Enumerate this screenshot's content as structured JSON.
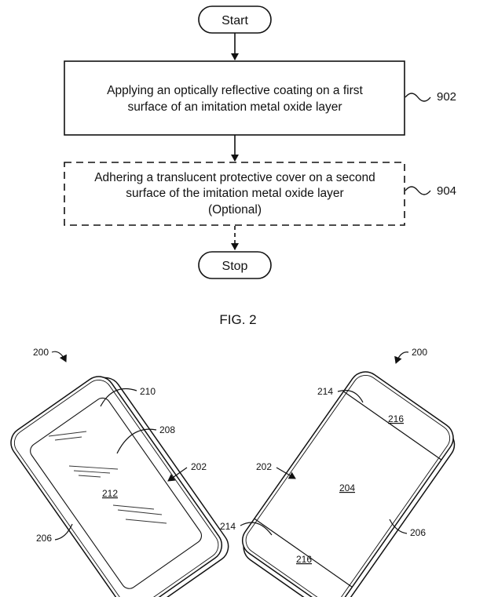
{
  "flowchart": {
    "start_label": "Start",
    "stop_label": "Stop",
    "step_902": {
      "lines": [
        "Applying an optically reflective coating on a first",
        "surface of an imitation metal oxide layer"
      ],
      "ref": "902"
    },
    "step_904": {
      "lines": [
        "Adhering a translucent protective cover on a second",
        "surface of the imitation metal oxide layer",
        "(Optional)"
      ],
      "ref": "904"
    },
    "figure_caption": "FIG. 2"
  },
  "device_figure": {
    "left_device": {
      "ref_200": "200",
      "ref_210": "210",
      "ref_208": "208",
      "ref_202": "202",
      "ref_212": "212",
      "ref_206": "206"
    },
    "right_device": {
      "ref_200": "200",
      "ref_214_top": "214",
      "ref_216_top": "216",
      "ref_202": "202",
      "ref_204": "204",
      "ref_214_bottom": "214",
      "ref_216_bottom": "216",
      "ref_206": "206"
    }
  }
}
